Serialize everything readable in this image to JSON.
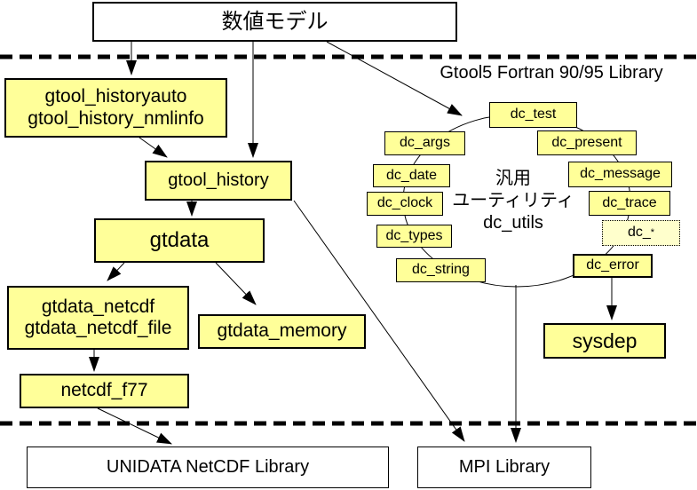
{
  "nodes": {
    "model": "数値モデル",
    "gtool_historyauto_line1": "gtool_historyauto",
    "gtool_historyauto_line2": "gtool_history_nmlinfo",
    "gtool_history": "gtool_history",
    "gtdata": "gtdata",
    "gtdata_netcdf_line1": "gtdata_netcdf",
    "gtdata_netcdf_line2": "gtdata_netcdf_file",
    "gtdata_memory": "gtdata_memory",
    "netcdf_f77": "netcdf_f77",
    "dc_test": "dc_test",
    "dc_args": "dc_args",
    "dc_present": "dc_present",
    "dc_date": "dc_date",
    "dc_message": "dc_message",
    "dc_clock": "dc_clock",
    "dc_trace": "dc_trace",
    "dc_types": "dc_types",
    "dc_star_base": "dc_",
    "dc_star_sup": "*",
    "dc_string": "dc_string",
    "dc_error": "dc_error",
    "sysdep": "sysdep",
    "unidata_netcdf_library": "UNIDATA NetCDF Library",
    "mpi_library": "MPI Library"
  },
  "labels": {
    "library_name": "Gtool5 Fortran 90/95 Library",
    "utility_cluster": {
      "line1": "汎用",
      "line2": "ユーティリティ",
      "line3": "dc_utils"
    }
  },
  "colors": {
    "node_fill": "#ffff99",
    "node_fill_dotted": "#ffffcc",
    "line": "#000000",
    "background": "#ffffff"
  }
}
